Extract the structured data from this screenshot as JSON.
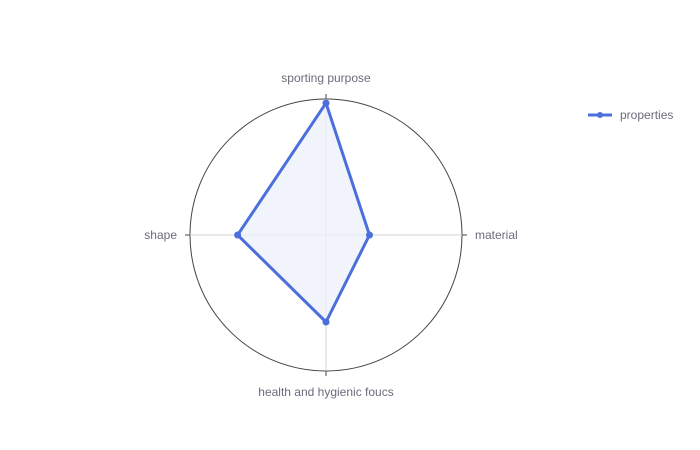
{
  "chart_data": {
    "type": "radar",
    "axes": [
      "sporting purpose",
      "material",
      "health and hygienic foucs",
      "shape"
    ],
    "radial_range": [
      0,
      1
    ],
    "series": [
      {
        "name": "properties",
        "values": [
          0.97,
          0.32,
          0.64,
          0.65
        ],
        "color": "#4c6fdc",
        "fill": "#eef0fb"
      }
    ],
    "legend": {
      "placement": "top-right"
    },
    "grid": false
  }
}
